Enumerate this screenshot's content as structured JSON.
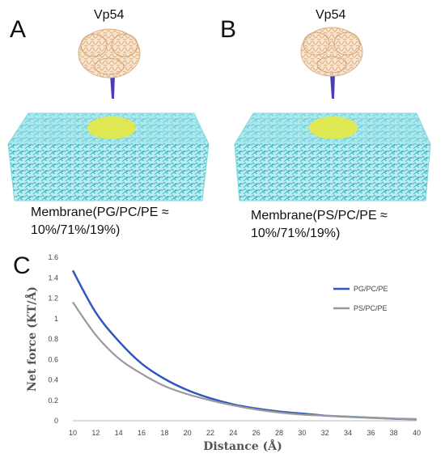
{
  "panels": {
    "a": {
      "letter": "A",
      "protein": "Vp54",
      "membrane_line1": "Membrane(PG/PC/PE ≈",
      "membrane_line2": "10%/71%/19%)"
    },
    "b": {
      "letter": "B",
      "protein": "Vp54",
      "membrane_line1": "Membrane(PS/PC/PE ≈",
      "membrane_line2": "10%/71%/19%)"
    },
    "c": {
      "letter": "C"
    }
  },
  "colors": {
    "protein": "#e8c7a0",
    "anchor": "#4a3fb8",
    "membrane": "#3fc9d6",
    "membrane_dark": "#2a8f9c",
    "patch": "#e6e84a",
    "series_pg": "#2f56c2",
    "series_ps": "#9a9a9a"
  },
  "chart_data": {
    "type": "line",
    "xlabel": "Distance (Å)",
    "ylabel": "Net force (KT/Å)",
    "xlim": [
      10,
      40
    ],
    "ylim": [
      0,
      1.6
    ],
    "x_ticks": [
      10,
      12,
      14,
      16,
      18,
      20,
      22,
      24,
      26,
      28,
      30,
      32,
      34,
      36,
      38,
      40
    ],
    "y_ticks": [
      "0",
      "0.2",
      "0.4",
      "0.6",
      "0.8",
      "1",
      "1.2",
      "1.4",
      "1.6"
    ],
    "grid": false,
    "legend": "right",
    "series": [
      {
        "name": "PG/PC/PE",
        "x": [
          10,
          12,
          14,
          16,
          18,
          20,
          22,
          24,
          26,
          28,
          30,
          32,
          34,
          36,
          38,
          40
        ],
        "values": [
          1.47,
          1.06,
          0.78,
          0.56,
          0.41,
          0.3,
          0.22,
          0.16,
          0.12,
          0.09,
          0.07,
          0.05,
          0.04,
          0.03,
          0.02,
          0.015
        ]
      },
      {
        "name": "PS/PC/PE",
        "x": [
          10,
          12,
          14,
          16,
          18,
          20,
          22,
          24,
          26,
          28,
          30,
          32,
          34,
          36,
          38,
          40
        ],
        "values": [
          1.16,
          0.84,
          0.61,
          0.46,
          0.34,
          0.26,
          0.2,
          0.15,
          0.11,
          0.08,
          0.06,
          0.05,
          0.04,
          0.03,
          0.02,
          0.015
        ]
      }
    ]
  }
}
